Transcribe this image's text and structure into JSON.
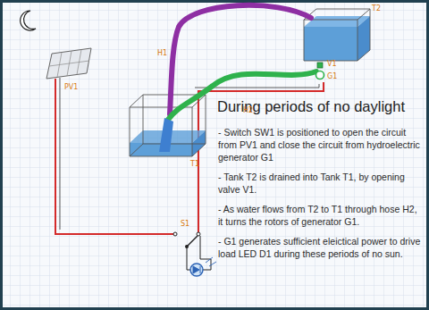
{
  "diagram": {
    "title": "During periods of no daylight",
    "labels": [
      "PV1",
      "H1",
      "T2",
      "V1",
      "G1",
      "H2",
      "T1",
      "S1",
      "- Switch SW1 is positioned to open the circuit from PV1 and close the circuit from hydroelectric generator G1",
      "- Tank T2 is drained into Tank T1, by opening valve V1.",
      "- As water flows from T2 to T1 through hose H2, it turns the rotors of generator G1.",
      "- G1 generates sufficient eleictical power to drive load LED D1 during these periods of no sun."
    ]
  }
}
